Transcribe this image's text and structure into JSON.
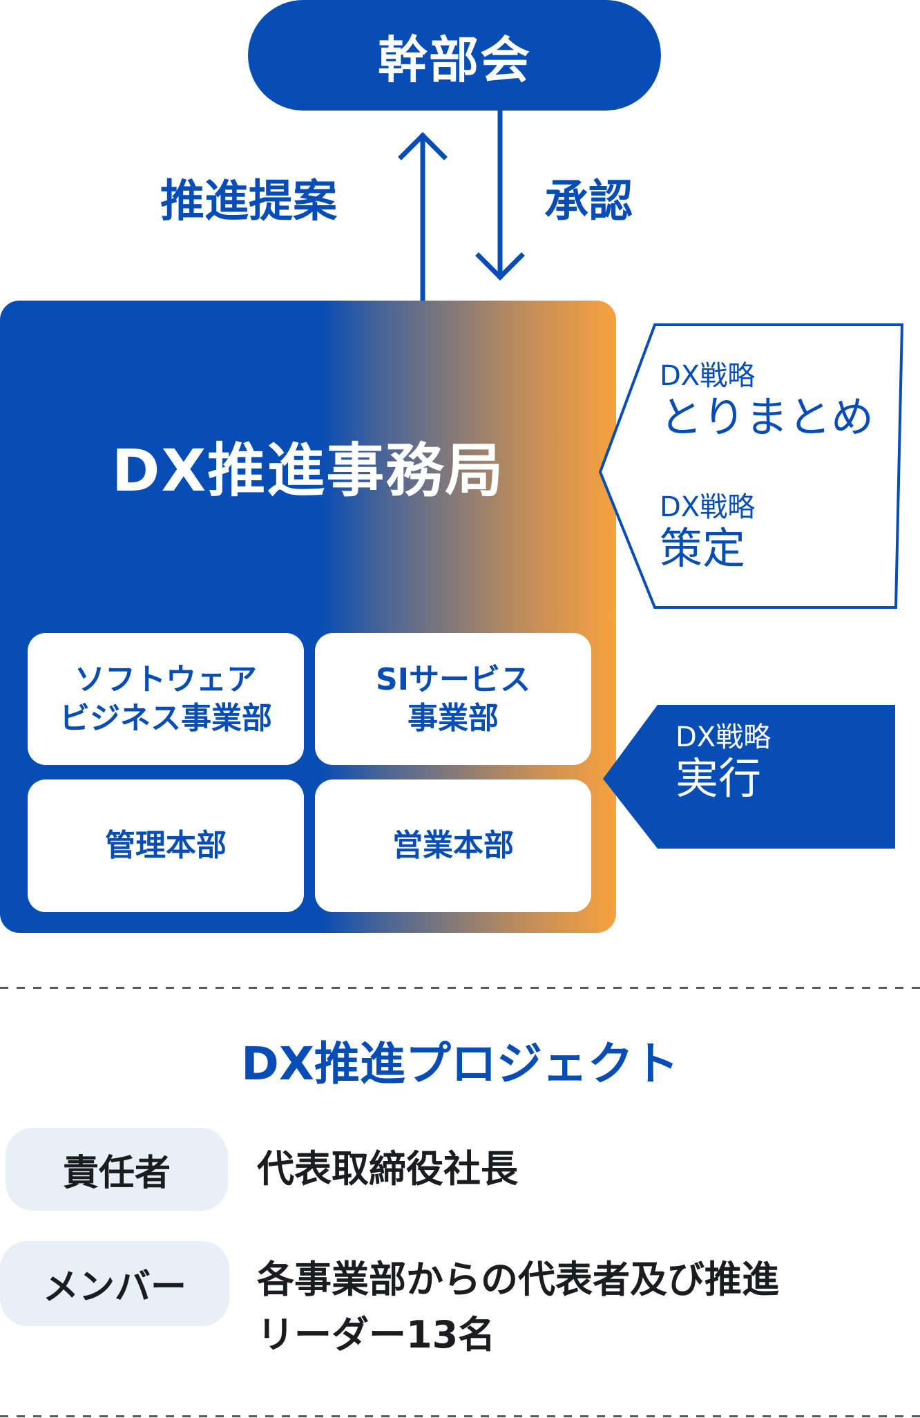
{
  "executive": {
    "label": "幹部会"
  },
  "flows": {
    "up_label": "推進提案",
    "down_label": "承認"
  },
  "office": {
    "title": "DX推進事務局",
    "departments": [
      {
        "label": "ソフトウェア\nビジネス事業部"
      },
      {
        "label": "SIサービス\n事業部"
      },
      {
        "label": "管理本部"
      },
      {
        "label": "営業本部"
      }
    ]
  },
  "callouts": [
    {
      "small": "DX戦略",
      "large": "とりまとめ"
    },
    {
      "small": "DX戦略",
      "large": "策定"
    },
    {
      "small": "DX戦略",
      "large": "実行"
    }
  ],
  "project": {
    "title": "DX推進プロジェクト",
    "rows": [
      {
        "label": "責任者",
        "value": "代表取締役社長"
      },
      {
        "label": "メンバー",
        "value": "各事業部からの代表者及び推進\nリーダー13名"
      }
    ]
  },
  "colors": {
    "brand_blue": "#074db5",
    "accent_orange": "#f7a13e",
    "label_bg": "#e8eff7",
    "text_dark": "#1b1c1f",
    "dash_gray": "#555a60"
  }
}
